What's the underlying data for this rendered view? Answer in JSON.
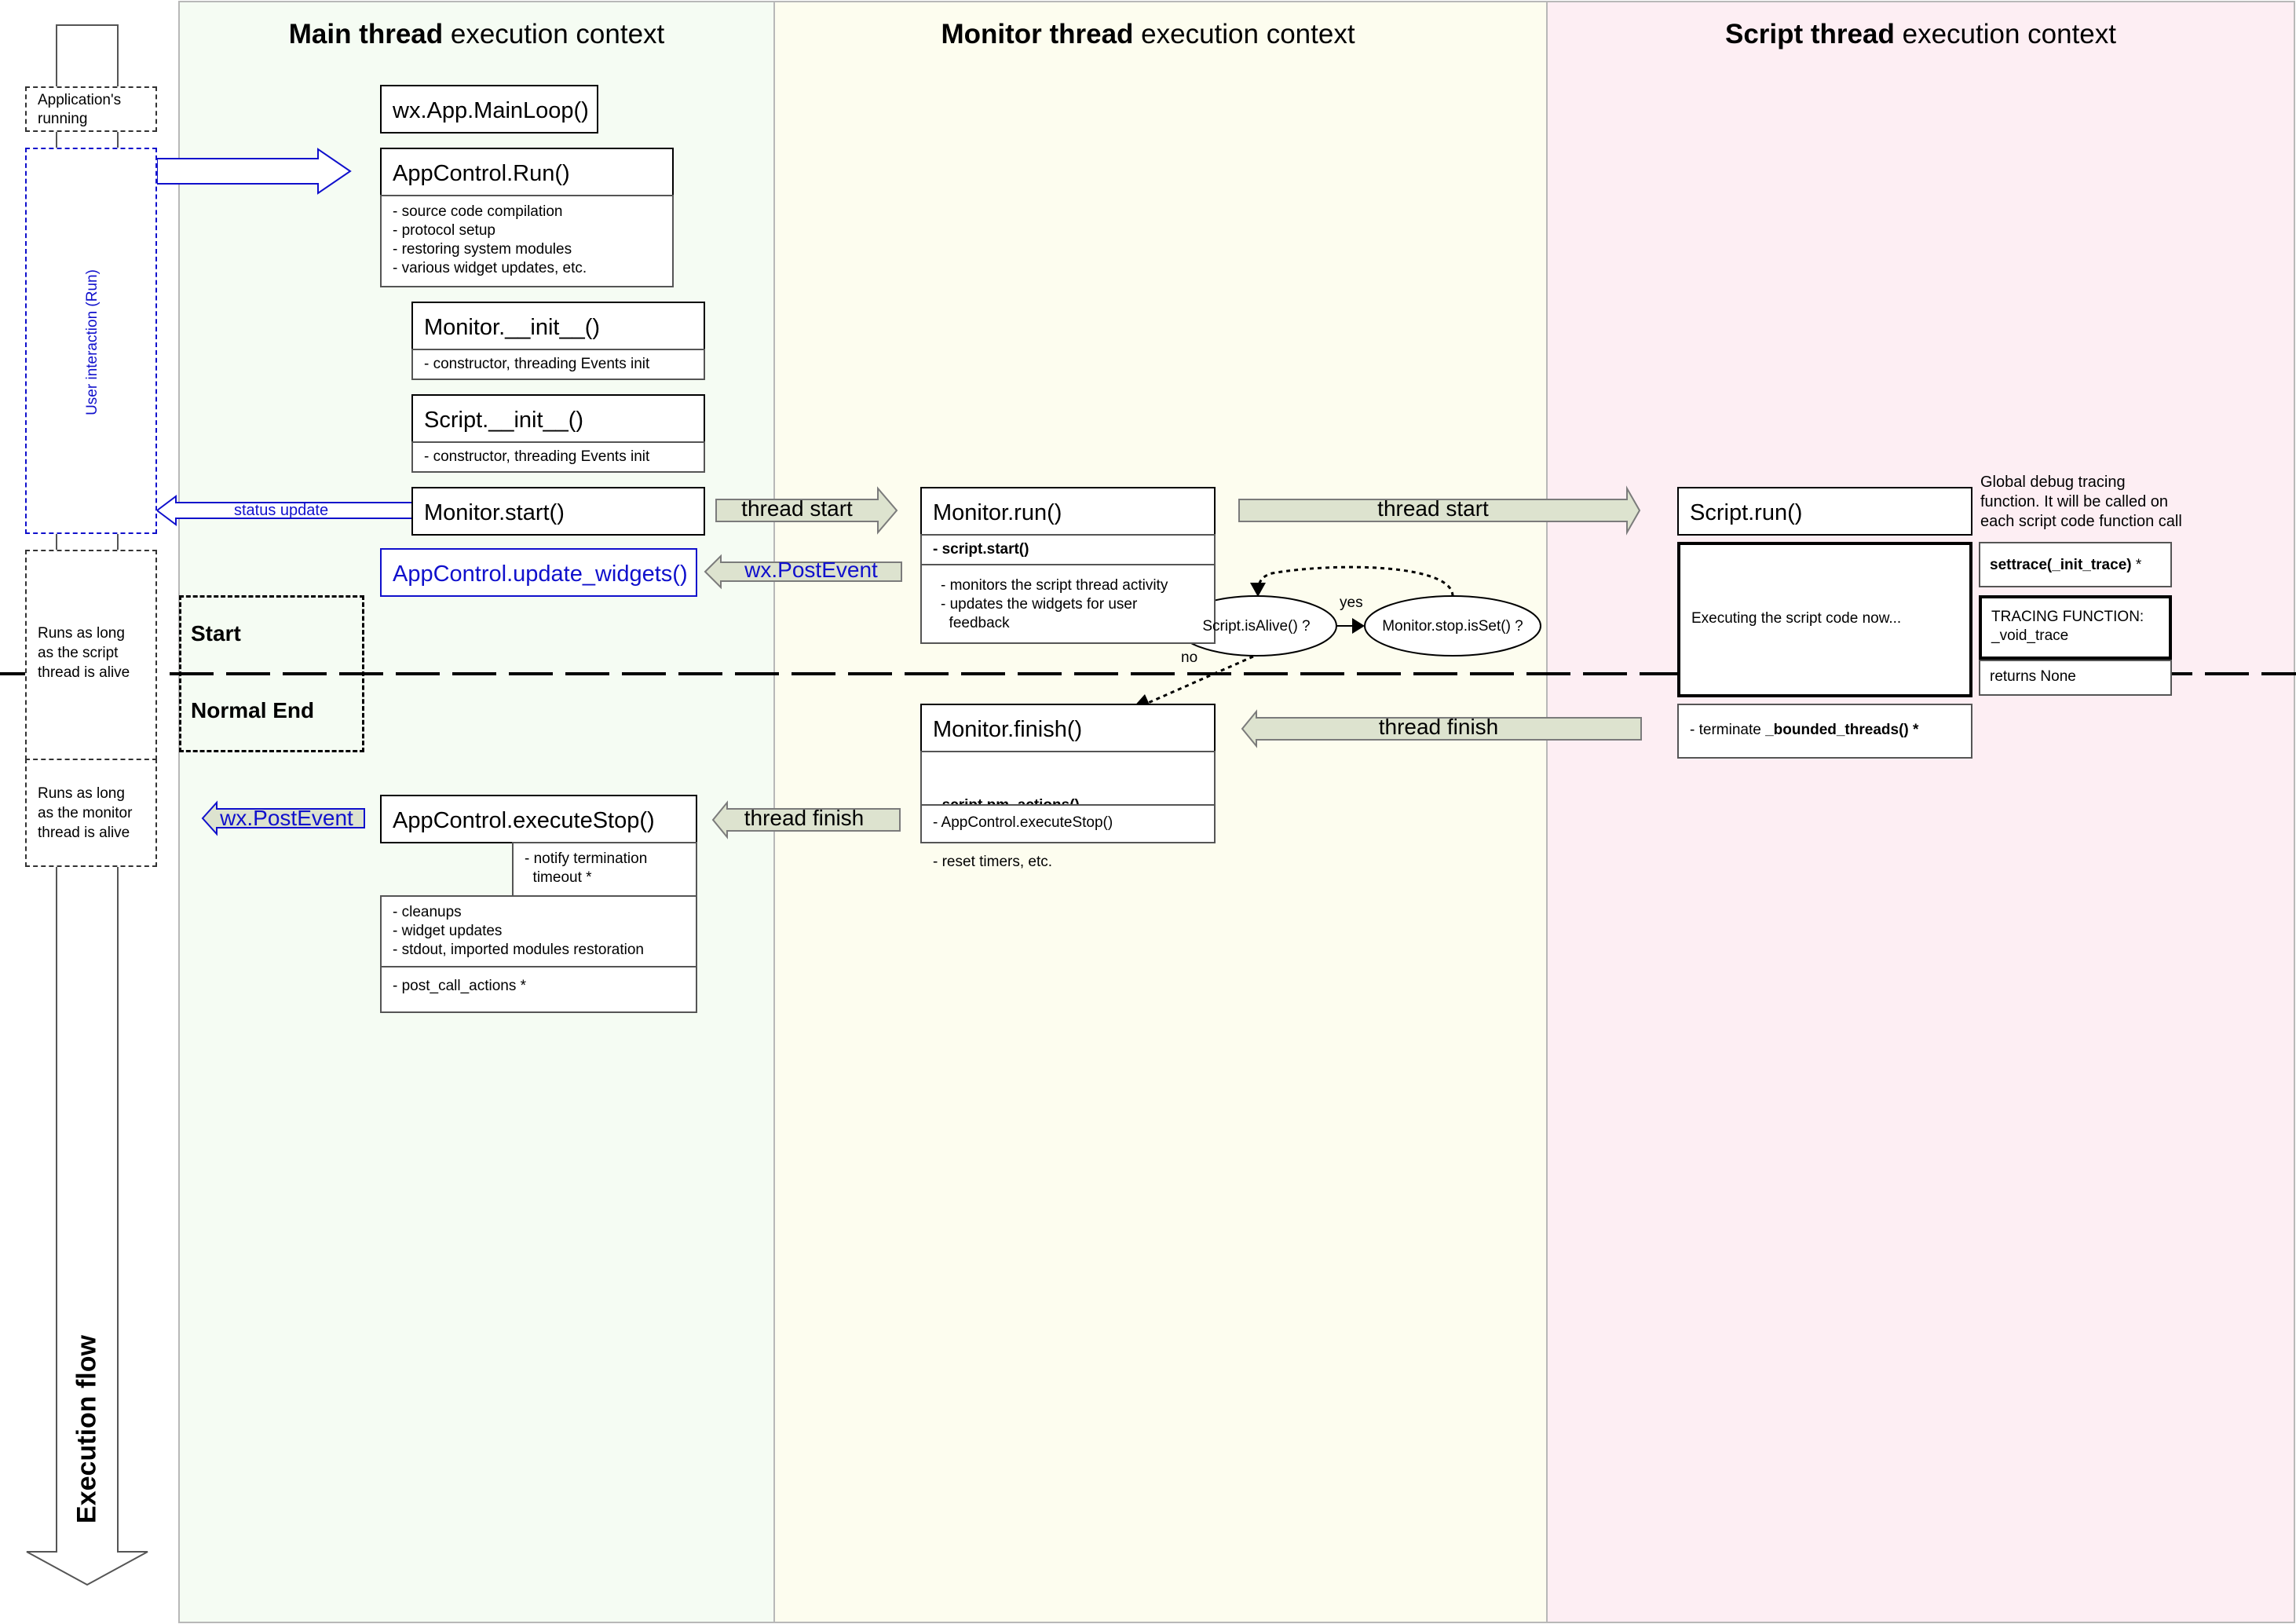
{
  "lanes": {
    "main": {
      "title_bold": "Main thread",
      "title_rest": " execution context",
      "color": "#f5fcf3"
    },
    "monitor": {
      "title_bold": "Monitor thread",
      "title_rest": " execution context",
      "color": "#fdfdef"
    },
    "script": {
      "title_bold": "Script thread",
      "title_rest": " execution context",
      "color": "#fdeef3"
    }
  },
  "left_column": {
    "app_running": "Application's\nrunning",
    "user_interaction": "User interaction (Run)",
    "script_alive": "Runs as long\nas the script\nthread is alive",
    "monitor_alive": "Runs as long\nas the monitor\nthread is alive",
    "execution_flow": "Execution flow"
  },
  "legend": {
    "start": "Start",
    "normal_end": "Normal End"
  },
  "main_boxes": {
    "mainloop": "wx.App.MainLoop()",
    "appcontrol_run": {
      "title": "AppControl.Run()",
      "body": "- source code compilation\n- protocol setup\n- restoring system modules\n- various widget updates, etc."
    },
    "monitor_init": {
      "title": "Monitor.__init__()",
      "body": "- constructor, threading Events init"
    },
    "script_init": {
      "title": "Script.__init__()",
      "body": "- constructor, threading Events init"
    },
    "monitor_start": "Monitor.start()",
    "update_widgets": "AppControl.update_widgets()",
    "execute_stop": {
      "title": "AppControl.executeStop()",
      "note": "- notify termination\n  timeout *",
      "body": "- cleanups\n- widget updates\n- stdout, imported modules restoration",
      "footer": "- post_call_actions *"
    }
  },
  "monitor_boxes": {
    "run": {
      "title": "Monitor.run()",
      "bold_line": "- script.start()",
      "body": "- monitors the script thread activity\n- updates the widgets for user\n  feedback"
    },
    "finish": {
      "title": "Monitor.finish()",
      "bold_line": "- script.pm_actions()",
      "body": "- reset timers, etc.",
      "footer": "- AppControl.executeStop()"
    },
    "is_alive": "Script.isAlive() ?",
    "stop_isset": "Monitor.stop.isSet() ?",
    "yes": "yes",
    "no": "no"
  },
  "script_boxes": {
    "run": "Script.run()",
    "executing": "Executing the script code now...",
    "terminate_prefix": "- terminate ",
    "terminate_bold": "_bounded_threads() *",
    "debug_note": "Global debug tracing\nfunction. It will be called on\neach script code function call",
    "settrace": "settrace(_init_trace)",
    "settrace_star": " *",
    "tracing": "TRACING FUNCTION:\n_void_trace",
    "returns": "returns None"
  },
  "arrows": {
    "status_update": "status update",
    "thread_start_1": "thread start",
    "thread_start_2": "thread start",
    "wx_postevent_1": "wx.PostEvent",
    "wx_postevent_2": "wx.PostEvent",
    "thread_finish_1": "thread finish",
    "thread_finish_2": "thread finish"
  },
  "colors": {
    "blue": "#1010cc",
    "arrow_fill": "#dde3cf",
    "arrow_stroke": "#7b7b7b"
  }
}
